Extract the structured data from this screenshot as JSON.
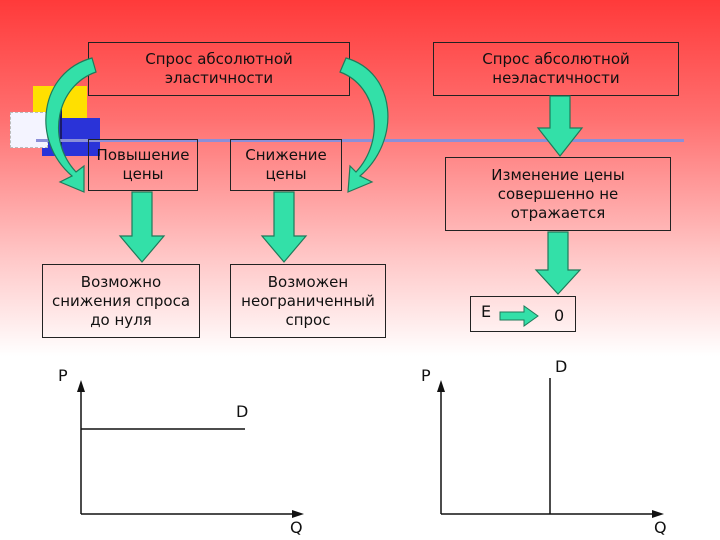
{
  "boxes": {
    "elastic": "Спрос абсолютной\nэластичности",
    "inelastic": "Спрос абсолютной\nнеэластичности",
    "price_up": "Повышение\nцены",
    "price_down": "Снижение\nцены",
    "price_change": "Изменение цены\nсовершенно не\nотражается",
    "demand_zero": "Возможно\nснижения спроса\nдо нуля",
    "demand_unlimited": "Возможен\nнеограниченный\nспрос",
    "e_label": "E",
    "e_value": "0"
  },
  "graph_left": {
    "p_label": "P",
    "q_label": "Q",
    "d_label": "D"
  },
  "graph_right": {
    "p_label": "P",
    "q_label": "Q",
    "d_label": "D"
  },
  "colors": {
    "arrow_fill": "#33e0a8",
    "arrow_stroke": "#1f7a5a",
    "deco_yellow": "#ffe000",
    "deco_blue": "#2233dd"
  }
}
